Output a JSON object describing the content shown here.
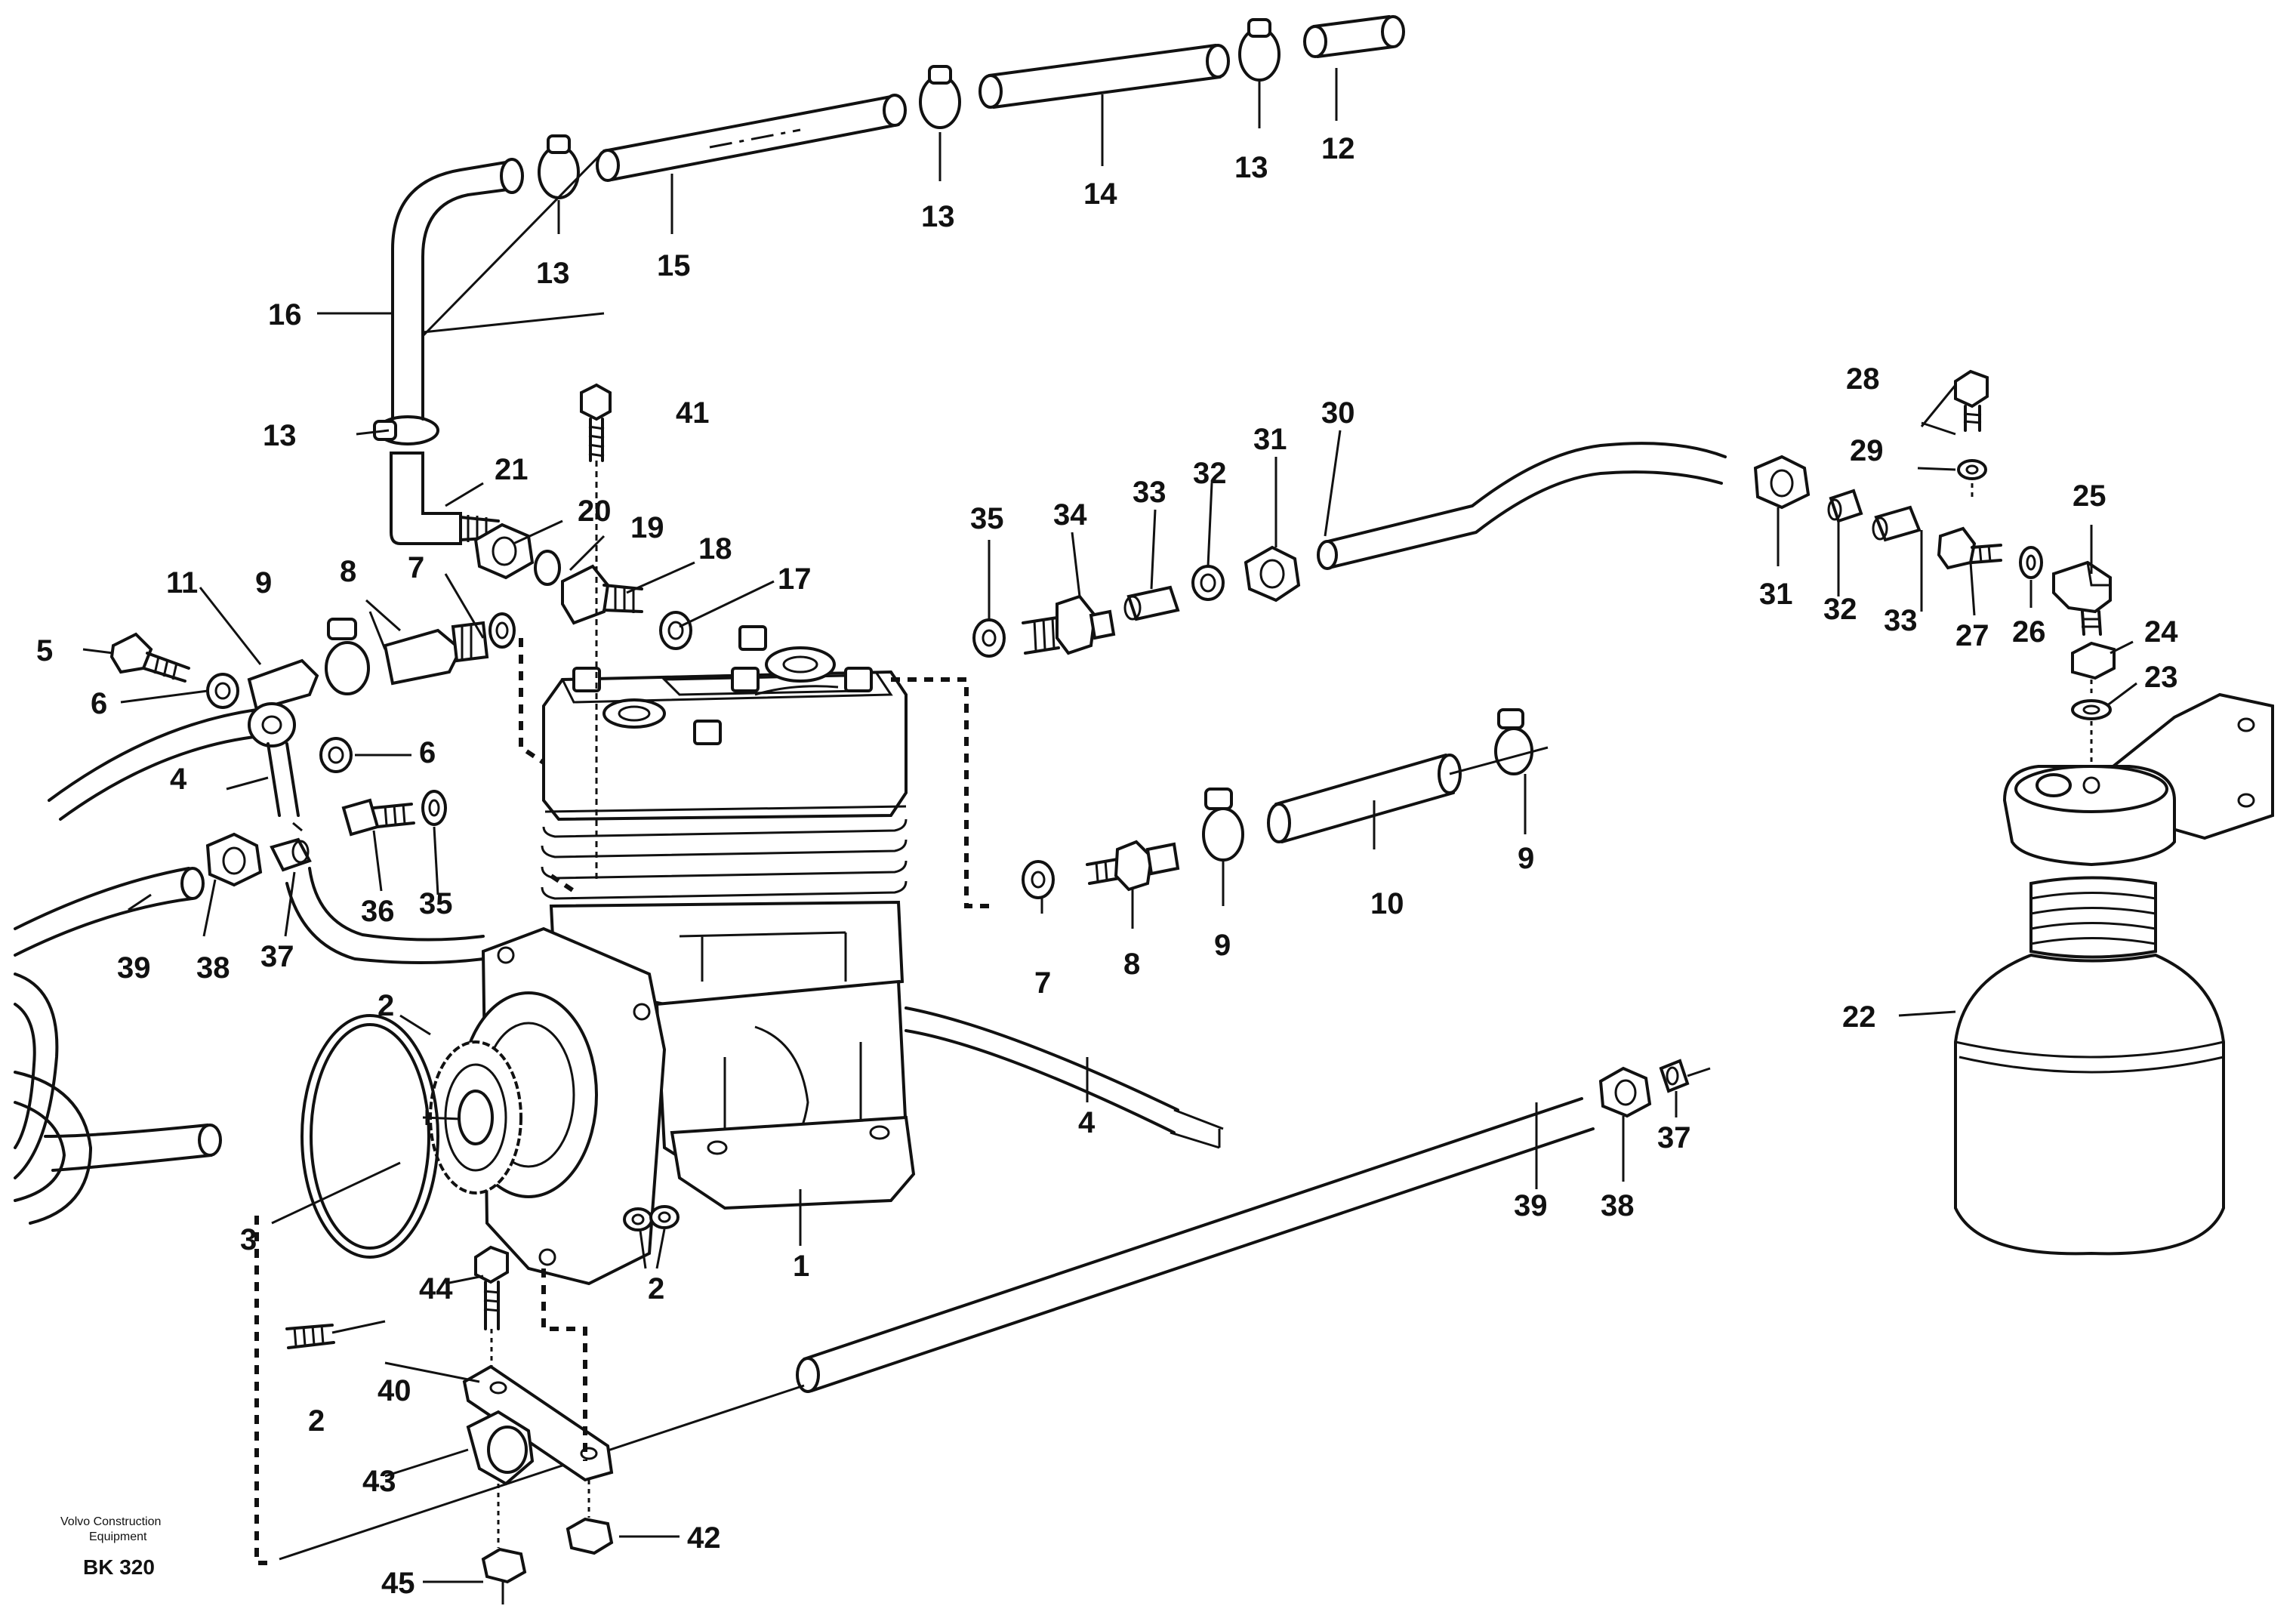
{
  "callouts": {
    "c1": "1",
    "c2a": "2",
    "c2b": "2",
    "c2c": "2",
    "c3": "3",
    "c4a": "4",
    "c4b": "4",
    "c5": "5",
    "c6a": "6",
    "c6b": "6",
    "c7a": "7",
    "c7b": "7",
    "c8a": "8",
    "c8b": "8",
    "c9a": "9",
    "c9b": "9",
    "c9c": "9",
    "c10": "10",
    "c11": "11",
    "c12": "12",
    "c13a": "13",
    "c13b": "13",
    "c13c": "13",
    "c13d": "13",
    "c14": "14",
    "c15": "15",
    "c16": "16",
    "c17": "17",
    "c18": "18",
    "c19": "19",
    "c20": "20",
    "c21": "21",
    "c22": "22",
    "c23": "23",
    "c24": "24",
    "c25": "25",
    "c26": "26",
    "c27": "27",
    "c28": "28",
    "c29": "29",
    "c30": "30",
    "c31a": "31",
    "c31b": "31",
    "c32a": "32",
    "c32b": "32",
    "c33a": "33",
    "c33b": "33",
    "c34": "34",
    "c35a": "35",
    "c35b": "35",
    "c36": "36",
    "c37a": "37",
    "c37b": "37",
    "c38a": "38",
    "c38b": "38",
    "c39a": "39",
    "c39b": "39",
    "c40": "40",
    "c41": "41",
    "c42": "42",
    "c43": "43",
    "c44": "44",
    "c45": "45"
  },
  "footer": {
    "brand_line1": "Volvo Construction",
    "brand_line2": "Equipment",
    "code": "BK 320"
  }
}
